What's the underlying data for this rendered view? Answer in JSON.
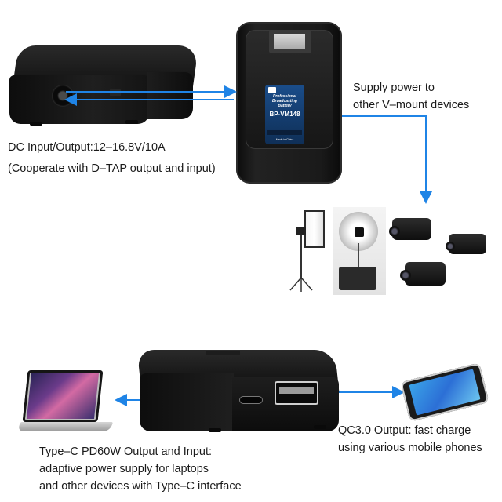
{
  "captions": {
    "supply_line1": "Supply power to",
    "supply_line2": "other V–mount devices",
    "dc_line1": "DC Input/Output:12–16.8V/10A",
    "dc_line2": "(Cooperate with D–TAP output and input)",
    "typec_line1": "Type–C PD60W Output and Input:",
    "typec_line2": "adaptive power supply for laptops",
    "typec_line3": "and other devices with Type–C interface",
    "qc_line1": "QC3.0 Output: fast charge",
    "qc_line2": "using various mobile phones"
  },
  "battery_label": {
    "brand": "Professional Broadcasting Battery",
    "model": "BP-VM148",
    "note": "Made in China"
  },
  "colors": {
    "arrow_blue": "#1f84e6",
    "device_black": "#141414",
    "background": "#ffffff"
  },
  "icons": {
    "studio_light": "softbox-light-icon",
    "umbrella_light": "umbrella-light-icon",
    "camcorder": "camcorder-icon",
    "laptop": "laptop-icon",
    "phone": "smartphone-icon"
  }
}
